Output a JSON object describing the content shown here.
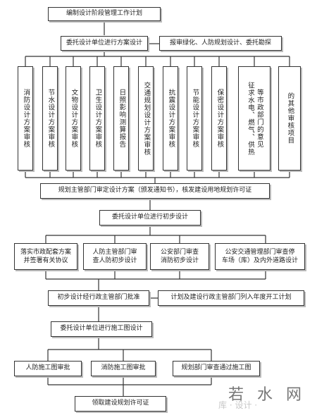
{
  "flow": {
    "step1": "编制设计阶段管理工作计划",
    "step2": "委托设计单位进行方案设计",
    "step2_side": "报审绿化、人防规划设计、委托勘探",
    "reviews": [
      "消防设计方案审核",
      "节水设计方案审核",
      "文物设计方案审核",
      "卫生设计方案审核",
      "日照影响测算报告",
      "交通规划设计方案审核",
      "抗震设计方案审核",
      "节能设计方案审核",
      "保密设计方案审核",
      "征求水电、燃气、供热",
      "等市政部门的意见",
      "的其他审核项目"
    ],
    "step3": "规划主管部门审定设计方案（颁发通知书），核发建设用地规划许可证",
    "step4": "委托设计单位进行初步设计",
    "prelim": [
      {
        "line1": "落实市政配套方案",
        "line2": "并签署有关协议"
      },
      {
        "line1": "人防主管部门审",
        "line2": "查人防初步设计"
      },
      {
        "line1": "公安部门审查",
        "line2": "消防初步设计"
      },
      {
        "line1": "公安交通管理部门审查停",
        "line2": "车场（库）及内外道路设计"
      }
    ],
    "step5": "初步设计经行政主管部门批准",
    "step5_side": "计划及建设行政主管部门列入年度开工计划",
    "step6": "委托设计单位进行施工图设计",
    "construction": [
      "人防施工图审批",
      "消防施工图审批",
      "规划部门审查通过施工图"
    ],
    "step7": "领取建设规划许可证"
  },
  "watermark": {
    "small": "库 · 设计 ·",
    "big": "若 水 网"
  }
}
